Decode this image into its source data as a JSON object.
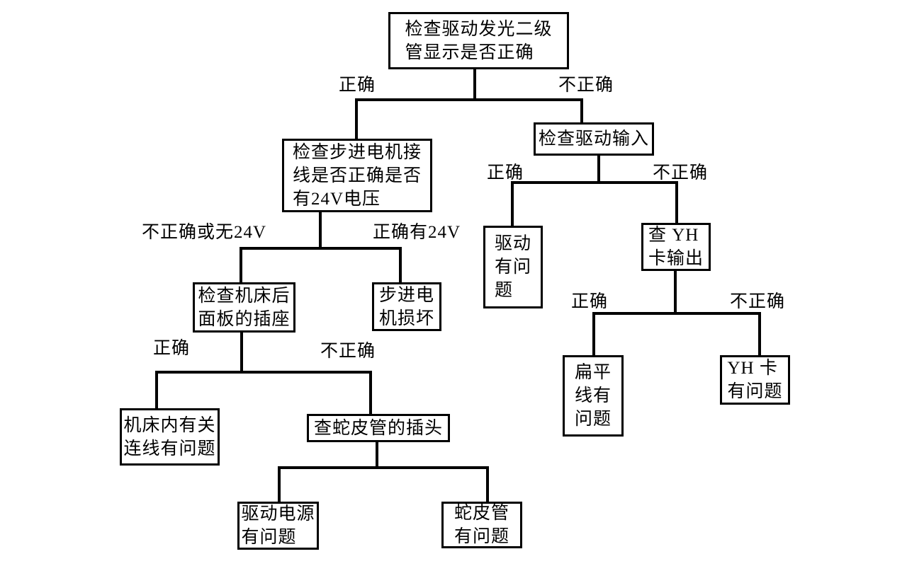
{
  "diagram": {
    "type": "flowchart-decision-tree",
    "colors": {
      "background": "#ffffff",
      "line": "#000000",
      "text": "#000000"
    },
    "nodes": {
      "root": "检查驱动发光二级\n管显示是否正确",
      "check_motor": "检查步进电机接\n线是否正确是否\n有24V电压",
      "check_drive_input": "检查驱动输入",
      "check_socket": "检查机床后\n面板的插座",
      "motor_damaged": "步进电\n机损坏",
      "drive_problem": "驱动\n有问\n题",
      "check_yh_output": "查 YH\n卡输出",
      "machine_wiring": "机床内有关\n连线有问题",
      "check_hose_plug": "查蛇皮管的插头",
      "drive_power": "驱动电源\n有问题",
      "hose_problem": "蛇皮管\n有问题",
      "flat_cable": "扁平\n线有\n问题",
      "yh_card": "YH 卡\n有问题"
    },
    "edge_labels": {
      "root_yes": "正确",
      "root_no": "不正确",
      "motor_no": "不正确或无24V",
      "motor_yes": "正确有24V",
      "socket_yes": "正确",
      "socket_no": "不正确",
      "drive_input_yes": "正确",
      "drive_input_no": "不正确",
      "yh_yes": "正确",
      "yh_no": "不正确"
    }
  }
}
